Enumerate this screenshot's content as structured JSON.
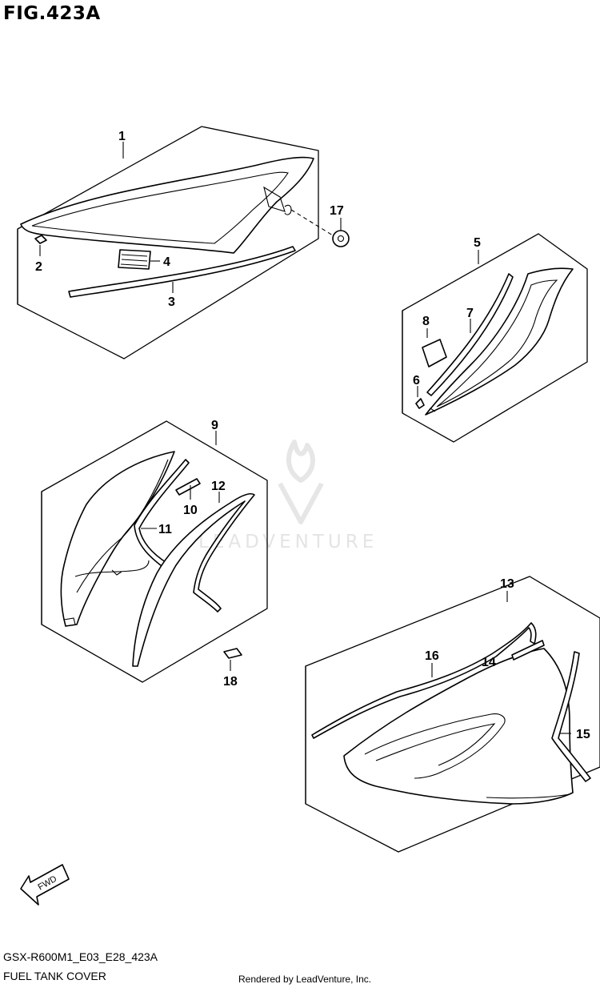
{
  "figure": {
    "title": "FIG.423A",
    "code": "GSX-R600M1_E03_E28_423A",
    "caption": "FUEL TANK COVER",
    "rendered_by": "Rendered by LeadVenture, Inc.",
    "watermark": "LEADVENTURE",
    "direction_label": "FWD"
  },
  "callouts": [
    "1",
    "2",
    "3",
    "4",
    "5",
    "6",
    "7",
    "8",
    "9",
    "10",
    "11",
    "12",
    "13",
    "14",
    "15",
    "16",
    "17",
    "18"
  ]
}
